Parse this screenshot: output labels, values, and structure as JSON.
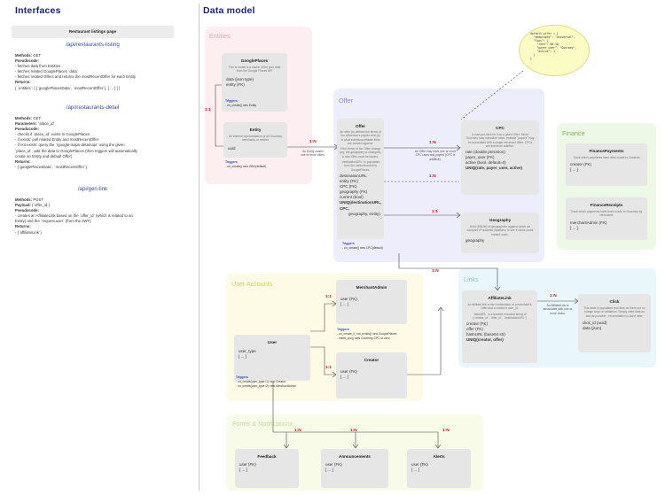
{
  "headings": {
    "interfaces": "Interfaces",
    "data_model": "Data model"
  },
  "interfaces": {
    "page_title": "Restaurant listings page",
    "endpoint1": {
      "path": "/api/restaurants-listing",
      "methods_label": "Methods:",
      "methods": "GET",
      "pseudocode_label": "Pseudocode:",
      "lines": [
        "- fetches data from Entities",
        "- fetches related GooglePlaces `data`",
        "- fetches related Offers and returns the mostRecentOffer for each Entity"
      ],
      "returns_label": "Returns:",
      "returns": "{ `entities`: [ {`googlePlacesData`, `mostRecentOffer`}, { ... } ] }"
    },
    "endpoint2": {
      "path": "/api/restaurants-detail",
      "methods_label": "Methods:",
      "methods": "GET",
      "params_label": "Parameters:",
      "params": "`place_id`",
      "pseudocode_label": "Pseudocode:",
      "lines": [
        "- checks if `place_id` exists in GooglePlaces",
        "- if exists: pull related Entity and mostRecentOffer",
        "- if not exists: query the `/google-maps-detail-api` using the given",
        "`place_id`, add the data to GooglePlaces (then triggers will automatically",
        "create an Entity and default Offer)"
      ],
      "returns_label": "Returns:",
      "returns": "- {`googlePlacesData`, `mostRecentOffer`}"
    },
    "endpoint3": {
      "path": "/api/gen-link",
      "methods_label": "Methods:",
      "methods": "POST",
      "payload_label": "Payload:",
      "payload": "{`offer_id`}",
      "pseudocode_label": "Pseudocode:",
      "lines": [
        "- creates an AffiliateLink based on the `offer_id` (which is related to an",
        "Entity) and the `request.user` (from the JWT)"
      ],
      "returns_label": "Returns:",
      "returns": "- {`affiliateLink`}"
    }
  },
  "regions": {
    "entities": "Entities",
    "offer": "Offer",
    "finance": "Finance",
    "links": "Links",
    "user_accounts": "User Accounts",
    "forms": "Forms & Notifications"
  },
  "bubble": "default_offer = {\n  \"geography\": \"universal\",\n  \"tips\": {\n    \"rate\": $0.10,\n    \"payer_user\": \"Gourmey\",\n    \"active\": 1\n  }\n}",
  "entities": {
    "google_places": {
      "title": "GooglePlaces",
      "desc": "This is model is a cache of the json data from the Google Places API",
      "attrs": [
        "data (json type)",
        "entity (FK)"
      ],
      "trig_title": "Triggers",
      "trig": [
        "- on_create() new Entity"
      ]
    },
    "entity": {
      "title": "Entity",
      "desc": "An internal representation of all Gourmey merchants or entities",
      "attrs": [
        "uuid"
      ],
      "trig_title": "Triggers",
      "trig": [
        "- on_create() new Offer(default)"
      ]
    },
    "offer": {
      "title": "Offer",
      "desc1": "An offer (a) defines the terms of the influencer's payout and (b) is what individual affiliate links are created against.",
      "desc2": "If the terms of the Offer change (eg, the geography is changed), a new Offer must be issued.",
      "desc3": "`destinationURL` is populated from the data returned by GooglePlaces.",
      "attrs": [
        "destinationURL",
        "entity (FK)",
        "CPC (FK)",
        "geography (FK)",
        "current (bool)"
      ],
      "unique": "UNIQ(destinationURL, CPC,",
      "unique2": "geography, entity)",
      "trig_title": "Triggers",
      "trig": [
        "- on_create() new CPC(default)"
      ]
    },
    "cpc": {
      "title": "CPC",
      "desc": "A cost-per-click for how a given Offer. Since Gourmey may subsidize rates, multiple \"payers\" may be associated with a single merchant Offer. CPCs are therefore additive.",
      "attrs": [
        "rate (double precision)",
        "payer_user (FK)",
        "active (bool, default=0)"
      ],
      "unique": "UNIQ(rate, payer_user, active)"
    },
    "geography": {
      "title": "Geography",
      "desc": "A list (ENUM) of geographies against which we compare IP address locations, to see if clicks count toward costs.",
      "attrs": [
        "geography"
      ]
    },
    "finance_payments": {
      "title": "FinancePayments",
      "desc": "Track which payments have been made to Creators",
      "attrs": [
        "creator (FK)",
        "[ ... ]"
      ]
    },
    "finance_receipts": {
      "title": "FinanceReceipts",
      "desc": "Track which payments have been made to Gourmey by Merchants",
      "attrs": [
        "merchantAdmin (FK)",
        "[ ... ]"
      ]
    },
    "affiliate_link": {
      "title": "AffiliateLink",
      "desc1": "An affiliate link is the combination of a merchant's Offer and a creator's user_id.",
      "desc2": "`hashURL` is a base64 encoded string of (`creator_id`, `offer_id`, `destinationURL`)",
      "attrs": [
        "creator (FK)",
        "offer (FK)",
        "hashURL (base64 str)"
      ],
      "unique": "UNIQ(creator, offer)"
    },
    "click": {
      "title": "Click",
      "desc": "This table is populated real-time as there are no foreign keys or validation. Simply write data as fast as possible - reconciliation is done later.",
      "attrs": [
        "click_id (uuid)",
        "data (json)"
      ]
    },
    "merchant_admin": {
      "title": "MerchantAdmin",
      "attrs": [
        "user (FK)",
        "[ ... ]"
      ],
      "trig_title": "Triggers",
      "trig": [
        "- on_create_if_not_exists() new GooglePlaces",
        "- insert_cpc() sets Gourmey CPC to zero"
      ]
    },
    "user": {
      "title": "User",
      "attrs": [
        "user_type",
        "[ ... ]"
      ],
      "trig_title": "Triggers",
      "trig": [
        "- on_create(user_type=1) new Creator",
        "- on_create(user_type=2) new MerchantAdmin"
      ]
    },
    "creator": {
      "title": "Creator",
      "attrs": [
        "user (FK)",
        "[ ... ]"
      ]
    },
    "feedback": {
      "title": "Feedback",
      "attrs": [
        "user (FK)",
        "[ ... ]"
      ]
    },
    "announcements": {
      "title": "Announcements",
      "attrs": [
        "user (FK)",
        "[ ... ]"
      ]
    },
    "alerts": {
      "title": "Alerts",
      "attrs": [
        "user (FK)",
        "[ ... ]"
      ]
    }
  },
  "relations": {
    "gp_entity": "1:1",
    "entity_offer": "1:N",
    "entity_offer_note": "An Entity makes one or more offers.",
    "offer_cpc": "1:N",
    "offer_cpc_note": "An Offer may have one or more CPC rates and payers (CPC is additive).",
    "offer_geo": "1:1",
    "offer_cpc_dash": "1:N",
    "offer_link": "1:N",
    "link_click": "1:N",
    "link_click_note": "An AffiliateLink is associated with one or more clicks.",
    "user_merchant": "1:1",
    "user_creator": "1:1",
    "user_feedback": "1:N",
    "user_announcements": "1:N",
    "user_alerts": "1:N"
  },
  "colors": {
    "heading": "#1a237e",
    "endpoint": "#3949ab",
    "cardinality": "#b71c1c",
    "entities_region": "#fdeef2",
    "offer_region": "#eeedfb",
    "finance_region": "#eef8e6",
    "links_region": "#e9f6fb",
    "users_region": "#fdfbe6",
    "forms_region": "#f7fbe8"
  }
}
